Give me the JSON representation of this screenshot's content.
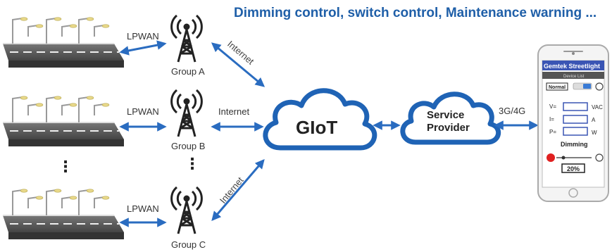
{
  "headline": "Dimming control, switch control, Maintenance warning ...",
  "links": {
    "lpwan": "LPWAN",
    "internet": "Internet",
    "mobile": "3G/4G"
  },
  "groups": [
    {
      "label": "Group A"
    },
    {
      "label": "Group B"
    },
    {
      "label": "Group C"
    }
  ],
  "ellipsis": "⋮",
  "cloud_main": "GIoT",
  "cloud_service": [
    "Service",
    "Provider"
  ],
  "phone": {
    "app_title": "Gemtek Streetlight",
    "sub_bar": "Device List",
    "mode_label": "Normal",
    "rows": [
      {
        "label": "V=",
        "unit": "VAC"
      },
      {
        "label": "I=",
        "unit": "A"
      },
      {
        "label": "P=",
        "unit": "W"
      }
    ],
    "dimming_label": "Dimming",
    "dimming_value": "20%"
  },
  "colors": {
    "accent": "#1f5fa8",
    "cloud_stroke": "#1f63b5",
    "arrow": "#2a6cc0",
    "road": "#5a5a5a",
    "tower": "#222222"
  },
  "icons": [
    "streetlight-road-icon",
    "cell-tower-icon",
    "cloud-icon",
    "smartphone-icon",
    "bidirectional-arrow-icon"
  ]
}
